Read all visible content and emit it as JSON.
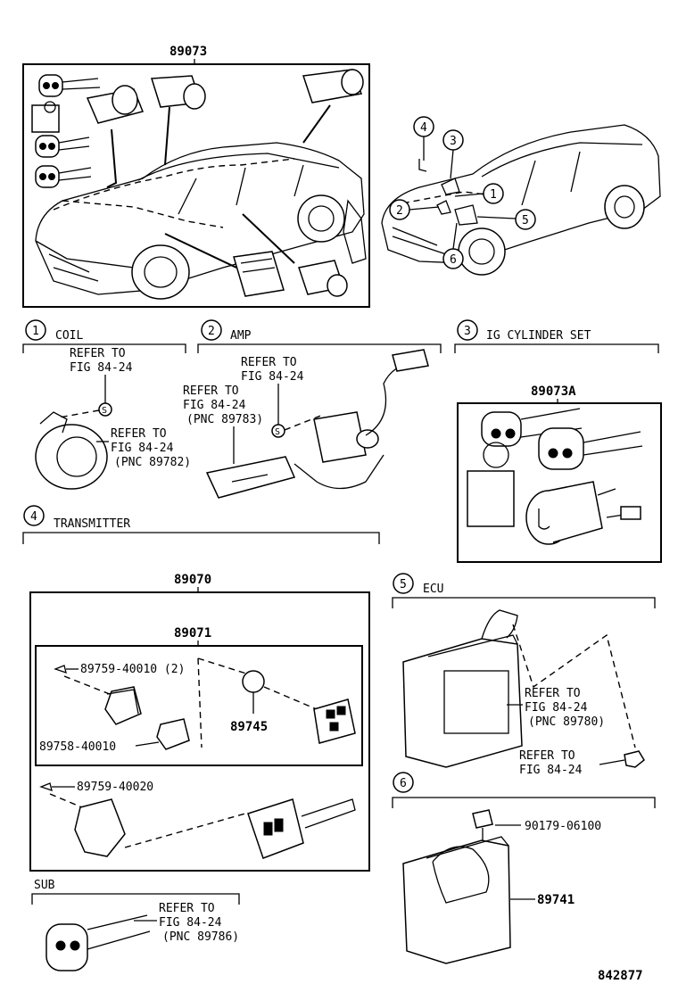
{
  "top": {
    "part": "89073"
  },
  "callouts": [
    "1",
    "2",
    "3",
    "4",
    "5",
    "6"
  ],
  "sections": {
    "coil": {
      "num": "1",
      "title": "COIL",
      "refer_a": [
        "REFER TO",
        "FIG 84-24"
      ],
      "refer_b": [
        "REFER TO",
        "FIG 84-24",
        "(PNC 89782)"
      ],
      "s_mark": "S"
    },
    "amp": {
      "num": "2",
      "title": "AMP",
      "refer_a": [
        "REFER TO",
        "FIG 84-24"
      ],
      "refer_b": [
        "REFER TO",
        "FIG 84-24",
        "(PNC 89783)"
      ],
      "s_mark": "S"
    },
    "ig": {
      "num": "3",
      "title": "IG CYLINDER SET",
      "part": "89073A"
    },
    "transmitter": {
      "num": "4",
      "title": "TRANSMITTER",
      "outer_part": "89070",
      "inner_part": "89071",
      "p1": "89759-40010 (2)",
      "p2": "89758-40010",
      "p3": "89745",
      "p4": "89759-40020",
      "sub": {
        "title": "SUB",
        "refer": [
          "REFER TO",
          "FIG 84-24",
          "(PNC 89786)"
        ]
      }
    },
    "ecu": {
      "num": "5",
      "title": "ECU",
      "refer_a": [
        "REFER TO",
        "FIG 84-24",
        "(PNC 89780)"
      ],
      "refer_b": [
        "REFER TO",
        "FIG 84-24"
      ]
    },
    "sec6": {
      "num": "6",
      "p1": "90179-06100",
      "p2": "89741"
    }
  },
  "figure_number": "842877"
}
